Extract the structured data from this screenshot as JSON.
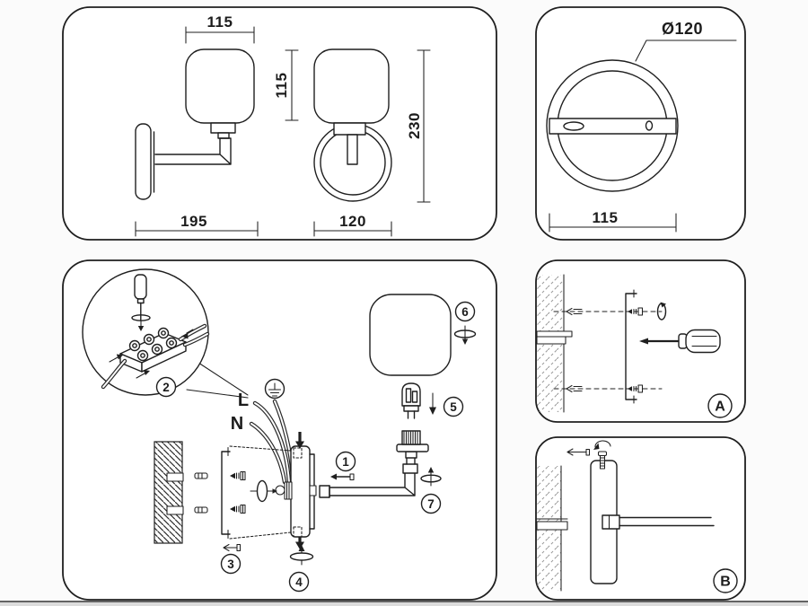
{
  "colors": {
    "background": "#fbfbfb",
    "panel_fill": "#ffffff",
    "line": "#1f1f1f",
    "light_hatch": "#9a9a9a",
    "bottom_rule": "#333333"
  },
  "overall_view": {
    "shade_width_mm": "115",
    "shade_height_mm": "115",
    "overall_height_mm": "230",
    "overall_depth_mm": "195",
    "ring_width_mm": "120"
  },
  "backplate_view": {
    "plate_diameter": "Ø120",
    "hole_spacing_mm": "115"
  },
  "assembly_view": {
    "live_label": "L",
    "neutral_label": "N",
    "step_1": "1",
    "step_2": "2",
    "step_3": "3",
    "step_4": "4",
    "step_5": "5",
    "step_6": "6",
    "step_7": "7"
  },
  "detail_views": {
    "detail_a_label": "A",
    "detail_b_label": "B"
  }
}
